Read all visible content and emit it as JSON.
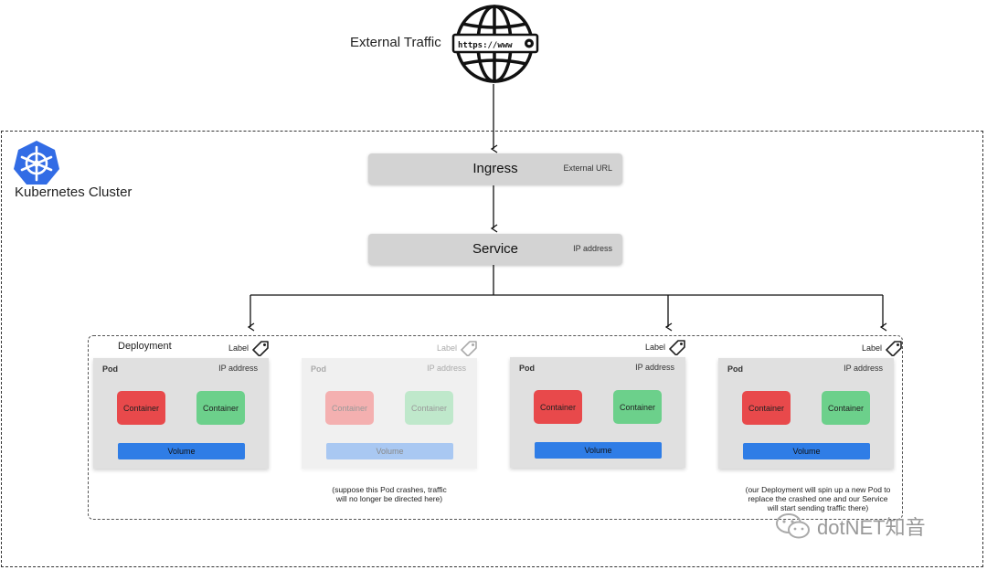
{
  "external": {
    "label": "External Traffic",
    "globe_text": "https://www"
  },
  "cluster": {
    "label": "Kubernetes Cluster"
  },
  "ingress": {
    "title": "Ingress",
    "sub": "External URL"
  },
  "service": {
    "title": "Service",
    "sub": "IP address"
  },
  "deployment": {
    "label": "Deployment"
  },
  "pods": [
    {
      "label": "Label",
      "title": "Pod",
      "ip": "IP address",
      "container1": "Container",
      "container2": "Container",
      "volume": "Volume"
    },
    {
      "label": "Label",
      "title": "Pod",
      "ip": "IP address",
      "container1": "Container",
      "container2": "Container",
      "volume": "Volume"
    },
    {
      "label": "Label",
      "title": "Pod",
      "ip": "IP address",
      "container1": "Container",
      "container2": "Container",
      "volume": "Volume"
    },
    {
      "label": "Label",
      "title": "Pod",
      "ip": "IP address",
      "container1": "Container",
      "container2": "Container",
      "volume": "Volume"
    }
  ],
  "notes": {
    "crash_line1": "(suppose this Pod crashes, traffic",
    "crash_line2": "will no longer be directed here)",
    "replace_line1": "(our Deployment will spin up a new Pod to",
    "replace_line2": "replace the crashed one and our Service",
    "replace_line3": "will start sending traffic there)"
  },
  "watermark": {
    "text": "dotNET知音"
  },
  "colors": {
    "container_red": "#e8494b",
    "container_green": "#6cd08b",
    "volume_blue": "#2f7de6",
    "bar_gray": "#d3d3d3",
    "k8s_blue": "#326ce5"
  }
}
